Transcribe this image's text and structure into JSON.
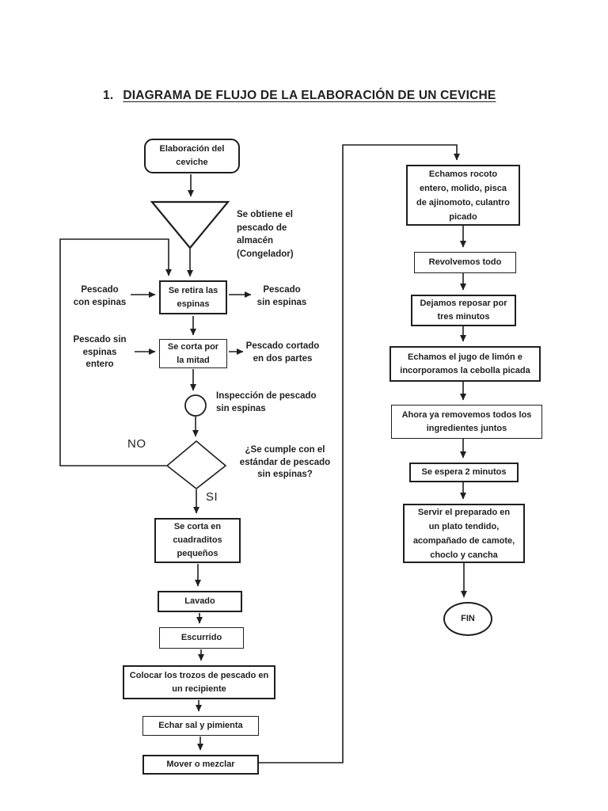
{
  "page": {
    "title_number": "1.",
    "title": "DIAGRAMA DE FLUJO DE LA ELABORACIÓN DE UN CEVICHE"
  },
  "nodes": {
    "start": "Elaboración del\nceviche",
    "remove_bones": "Se retira las\nespinas",
    "cut_half": "Se corta por\nla mitad",
    "cut_cubes": "Se corta en\ncuadraditos\npequeños",
    "wash": "Lavado",
    "drain": "Escurrido",
    "place_container": "Colocar los trozos de pescado en\nun recipiente",
    "salt_pepper": "Echar sal y pimienta",
    "mix": "Mover o mezclar",
    "add_rocoto": "Echamos rocoto\nentero, molido, pisca\nde ajinomoto, culantro\npicado",
    "stir_all": "Revolvemos todo",
    "rest_three": "Dejamos reposar por\ntres minutos",
    "add_lime": "Echamos el jugo de limón e\nincorporamos la cebolla picada",
    "stir_ingredients": "Ahora ya removemos todos los\ningredientes juntos",
    "wait_two": "Se espera 2 minutos",
    "serve": "Servir el preparado en\nun plato tendido,\nacompañado de camote,\nchoclo y cancha",
    "end": "FIN"
  },
  "annotations": {
    "storage": "Se obtiene el\npescado de\nalmacén\n(Congelador)",
    "fish_with_bones": "Pescado\ncon espinas",
    "fish_no_bones": "Pescado\nsin espinas",
    "fish_whole": "Pescado sin\nespinas\nentero",
    "fish_cut": "Pescado cortado\nen dos partes",
    "inspection": "Inspección de pescado\nsin espinas",
    "decision_question": "¿Se cumple con el\nestándar de pescado\nsin espinas?",
    "no": "NO",
    "si": "SI"
  },
  "colors": {
    "ink": "#1f1f1f",
    "background": "#ffffff"
  }
}
